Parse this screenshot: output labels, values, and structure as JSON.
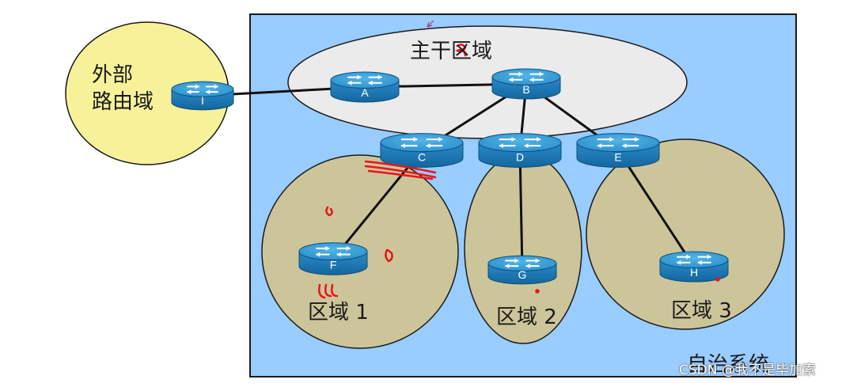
{
  "title": "主干区域",
  "external_domain": {
    "line1": "外部",
    "line2": "路由域"
  },
  "autonomous_system_label": "自治系统",
  "areas": [
    {
      "id": "area-1",
      "label": "区域 1"
    },
    {
      "id": "area-2",
      "label": "区域 2"
    },
    {
      "id": "area-3",
      "label": "区域 3"
    }
  ],
  "routers": [
    {
      "id": "I",
      "label": "I"
    },
    {
      "id": "A",
      "label": "A"
    },
    {
      "id": "B",
      "label": "B"
    },
    {
      "id": "C",
      "label": "C"
    },
    {
      "id": "D",
      "label": "D"
    },
    {
      "id": "E",
      "label": "E"
    },
    {
      "id": "F",
      "label": "F"
    },
    {
      "id": "G",
      "label": "G"
    },
    {
      "id": "H",
      "label": "H"
    }
  ],
  "links": [
    [
      "I",
      "A"
    ],
    [
      "A",
      "B"
    ],
    [
      "B",
      "C"
    ],
    [
      "B",
      "D"
    ],
    [
      "B",
      "E"
    ],
    [
      "C",
      "F"
    ],
    [
      "D",
      "G"
    ],
    [
      "E",
      "H"
    ]
  ],
  "watermark": "CSDN @我不是毕加索",
  "colors": {
    "as_background": "#99ccff",
    "backbone": "#ebebeb",
    "external": "#f7f29a",
    "area": "#cdc59a",
    "router_top": "#3a9fd6",
    "router_side": "#1e78b3",
    "annotation": "#e8141c"
  }
}
